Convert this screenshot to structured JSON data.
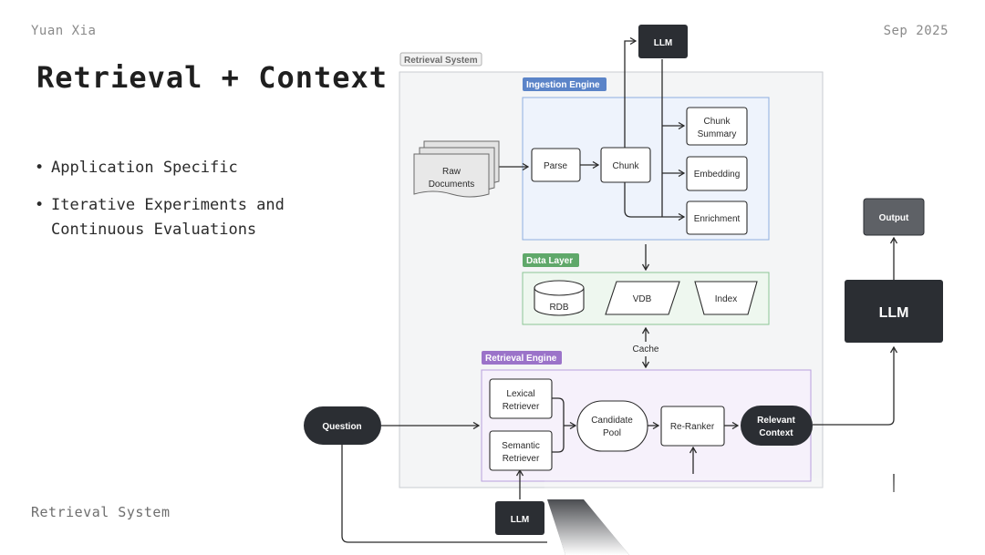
{
  "slide": {
    "author": "Yuan Xia",
    "date": "Sep 2025",
    "title": "Retrieval + Context",
    "bullets": [
      "Application Specific",
      "Iterative Experiments and Continuous Evaluations"
    ],
    "footer": "Retrieval System"
  },
  "diagram": {
    "groups": {
      "retrieval_system": "Retrieval System",
      "ingestion_engine": "Ingestion Engine",
      "data_layer": "Data Layer",
      "retrieval_engine": "Retrieval Engine"
    },
    "nodes": {
      "llm_top": "LLM",
      "raw_documents": [
        "Raw",
        "Documents"
      ],
      "parse": "Parse",
      "chunk": "Chunk",
      "chunk_summary": [
        "Chunk",
        "Summary"
      ],
      "embedding": "Embedding",
      "enrichment": "Enrichment",
      "rdb": "RDB",
      "vdb": "VDB",
      "index": "Index",
      "cache": "Cache",
      "lexical_retriever": [
        "Lexical",
        "Retriever"
      ],
      "semantic_retriever": [
        "Semantic",
        "Retriever"
      ],
      "candidate_pool": [
        "Candidate",
        "Pool"
      ],
      "re_ranker": "Re-Ranker",
      "relevant_context": [
        "Relevant",
        "Context"
      ],
      "question": "Question",
      "llm_bottom": "LLM",
      "llm_main": "LLM",
      "output": "Output"
    },
    "colors": {
      "retrieval_system": "#8a8a8a",
      "ingestion_engine": "#5b84c8",
      "data_layer": "#5fa86a",
      "retrieval_engine": "#9b73c9",
      "dark_node": "#2b2e33"
    }
  }
}
